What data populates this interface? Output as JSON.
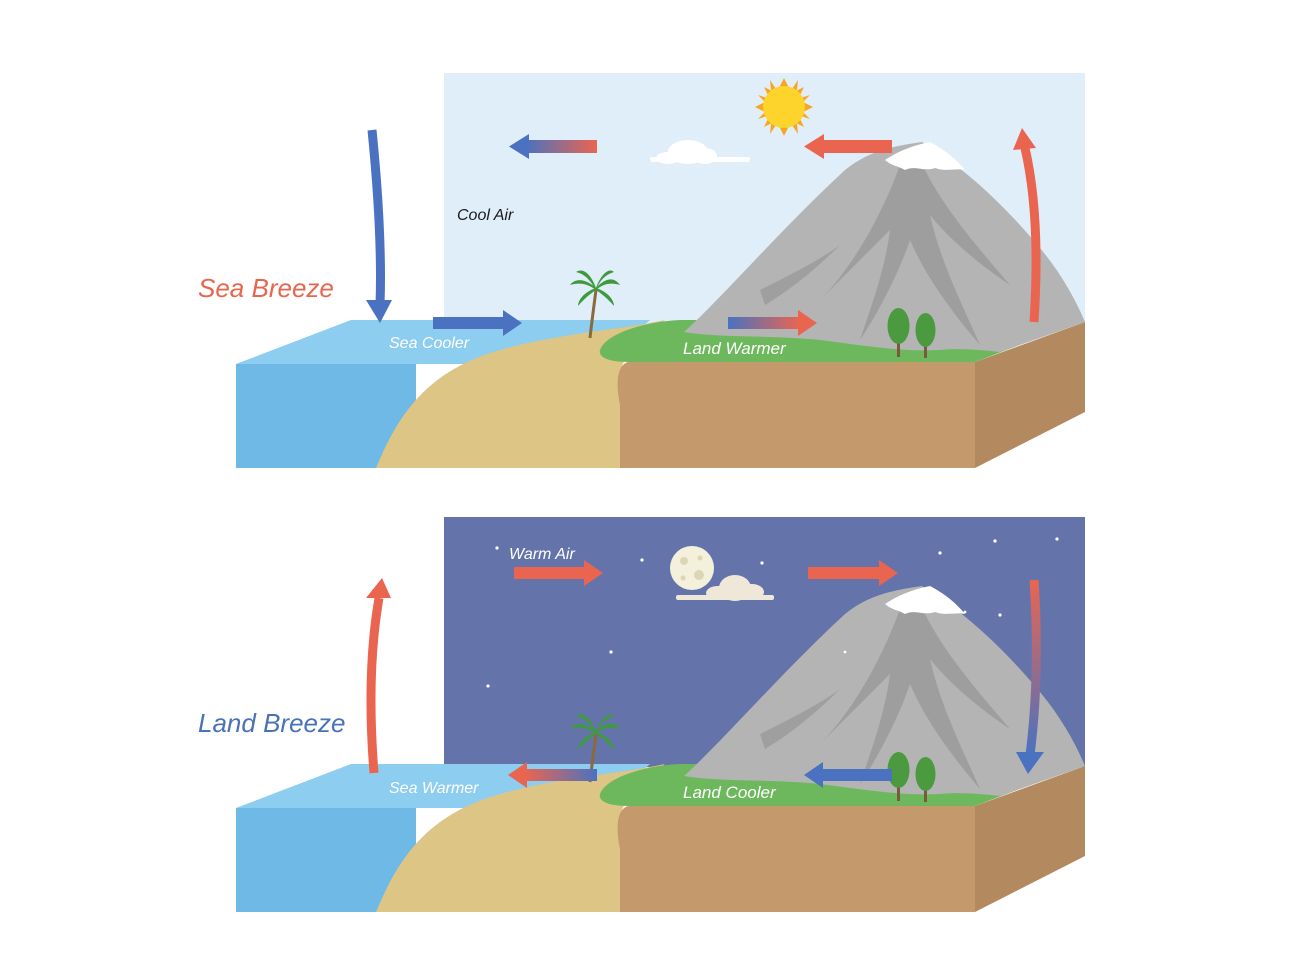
{
  "colors": {
    "sea_breeze_title": "#e8664f",
    "land_breeze_title": "#4a72b8",
    "day_sky": "#e0eefa",
    "night_sky": "#6474aa",
    "sea_top": "#8ccdf0",
    "sea_front": "#6fb9e6",
    "sand": "#ddc585",
    "grass": "#6db85c",
    "soil_front": "#c49a6c",
    "soil_side": "#b38a5f",
    "mountain": "#b4b4b4",
    "mountain_shade": "#9a9a9a",
    "snow": "#ffffff",
    "warm_arrow": "#ea6550",
    "cool_arrow": "#4a72c0"
  },
  "sea_breeze": {
    "title": "Sea Breeze",
    "air_label": "Cool Air",
    "sea_label": "Sea Cooler",
    "land_label": "Land Warmer"
  },
  "land_breeze": {
    "title": "Land Breeze",
    "air_label": "Warm Air",
    "sea_label": "Sea Warmer",
    "land_label": "Land Cooler"
  }
}
